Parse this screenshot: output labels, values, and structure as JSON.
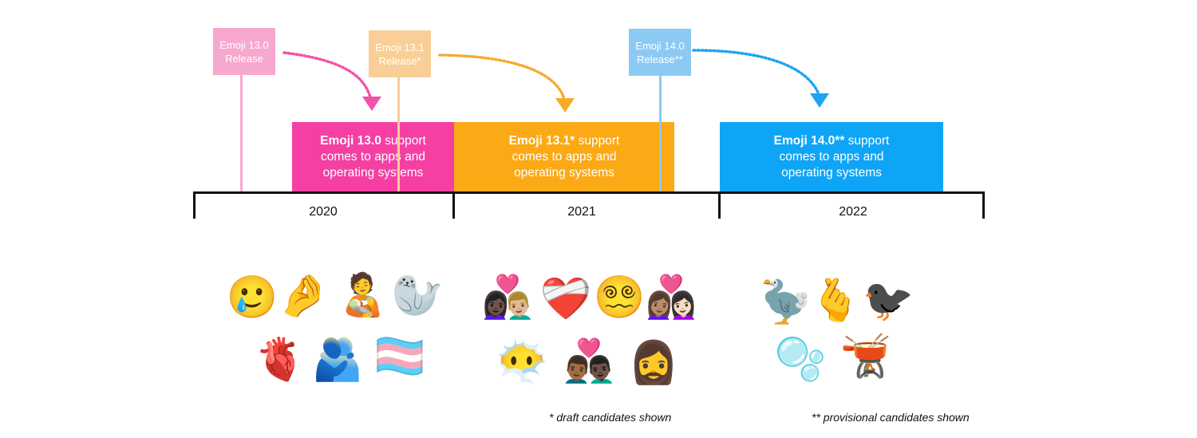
{
  "releases": [
    {
      "line1": "Emoji 13.0",
      "line2": "Release"
    },
    {
      "line1": "Emoji 13.1",
      "line2": "Release*"
    },
    {
      "line1": "Emoji 14.0",
      "line2": "Release**"
    }
  ],
  "support": [
    {
      "version": "Emoji 13.0",
      "suffix": " support",
      "line2": "comes to apps and",
      "line3": "operating systems"
    },
    {
      "version": "Emoji 13.1*",
      "suffix": " support",
      "line2": "comes to apps and",
      "line3": "operating systems"
    },
    {
      "version": "Emoji 14.0**",
      "suffix": " support",
      "line2": "comes to apps and",
      "line3": "operating systems"
    }
  ],
  "years": [
    "2020",
    "2021",
    "2022"
  ],
  "emoji_2020": [
    "🥲",
    "🤌",
    "🧑‍🍼",
    "🦭",
    "🫀",
    "🫂",
    "🏳️‍⚧️"
  ],
  "emoji_2021": [
    "👩🏿‍❤️‍👨🏼",
    "❤️‍🩹",
    "😵‍💫",
    "👩🏽‍❤️‍👩🏻",
    "😶‍🌫️",
    "👨🏾‍❤️‍👨🏿",
    "🧔‍♀️"
  ],
  "emoji_2022": [
    "🦤",
    "🫰",
    "🐦‍⬛",
    "🫧",
    "🫕"
  ],
  "footnotes": {
    "draft": "* draft candidates shown",
    "provisional": "** provisional candidates shown"
  },
  "colors": {
    "pink": "#f53fa3",
    "pink_light": "#f7a8cf",
    "orange": "#fba914",
    "orange_light": "#f9cf97",
    "blue": "#0ea5f7",
    "blue_light": "#8ccaf4"
  }
}
